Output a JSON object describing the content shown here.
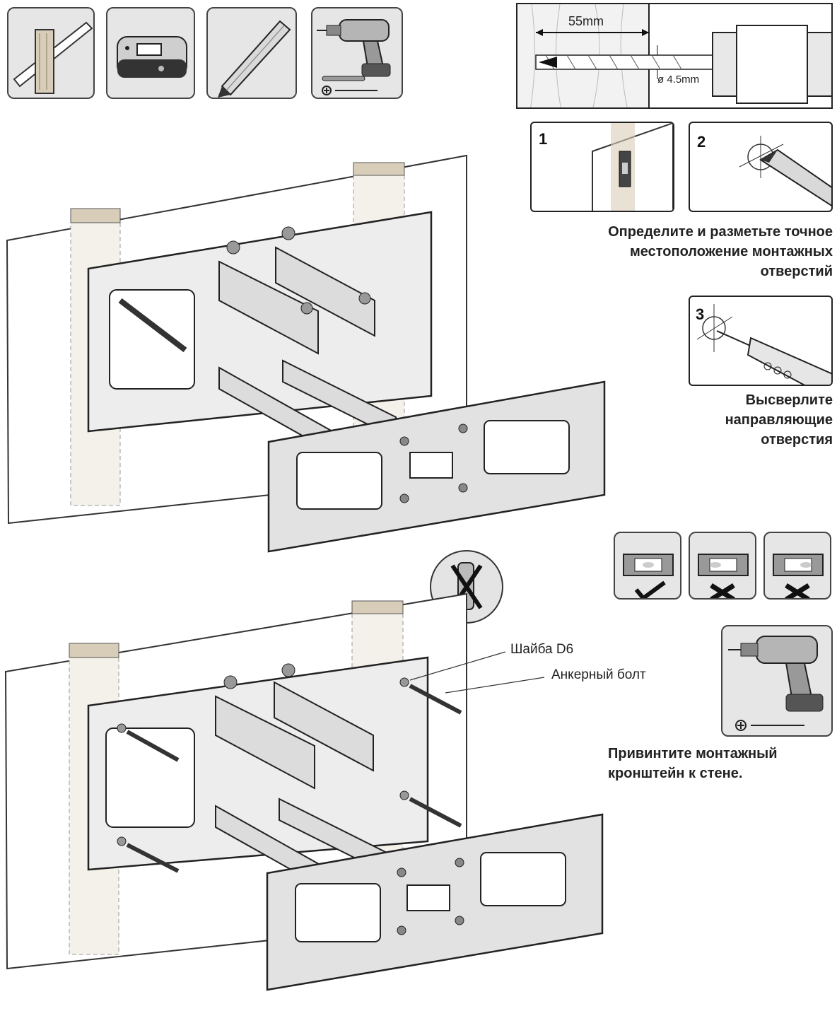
{
  "drill_detail": {
    "depth": "55mm",
    "diameter": "ø 4.5mm"
  },
  "steps": [
    {
      "number": "1"
    },
    {
      "number": "2"
    },
    {
      "number": "3"
    }
  ],
  "captions": {
    "mark_holes": [
      "Определите и разметьте точное",
      "местоположение монтажных",
      "отверстий"
    ],
    "drill_holes": [
      "Высверлите",
      "направляющие",
      "отверстия"
    ],
    "screw_bracket": [
      "Привинтите монтажный",
      "кронштейн к стене."
    ]
  },
  "callouts": {
    "washer": "Шайба D6",
    "anchor_bolt": "Анкерный болт"
  }
}
